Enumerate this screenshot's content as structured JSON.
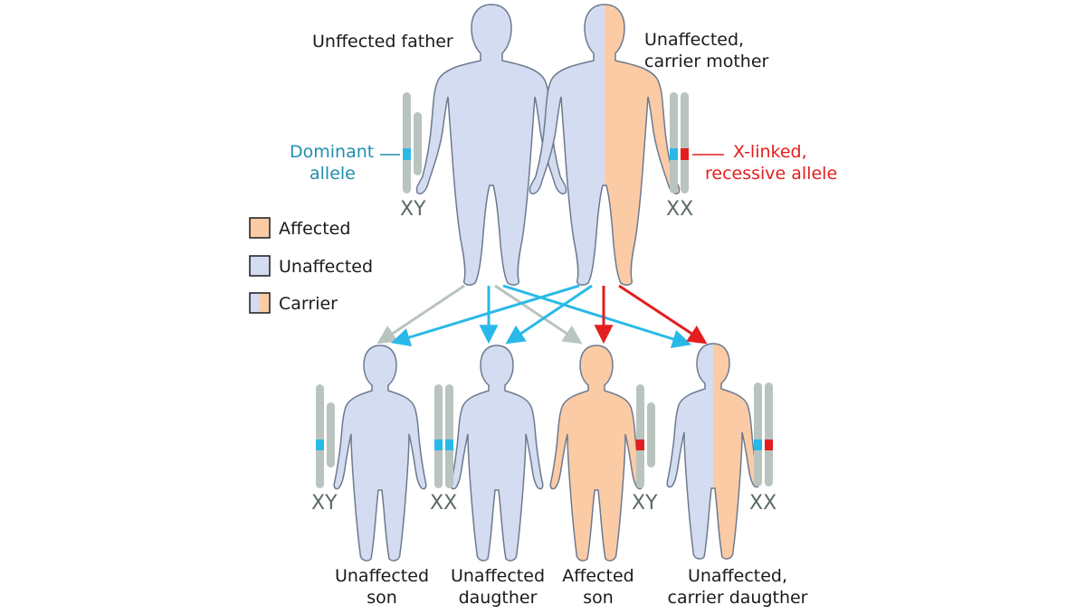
{
  "colors": {
    "unaffected": "#d3dcf0",
    "affected": "#fbcba6",
    "outline": "#6c7a8f",
    "chromosome": "#b9c4bf",
    "dominant": "#29b9e8",
    "recessive": "#e41e1e",
    "arrow_cyan": "#29b9e8",
    "arrow_grey": "#b9c4bf",
    "arrow_red": "#e41e1e"
  },
  "parents": {
    "father_label": "Unffected father",
    "mother_label_line1": "Unaffected,",
    "mother_label_line2": "carrier mother",
    "father_chromosomes": "XY",
    "mother_chromosomes": "XX"
  },
  "alleles": {
    "dominant_line1": "Dominant",
    "dominant_line2": "allele",
    "recessive_line1": "X-linked,",
    "recessive_line2": "recessive allele"
  },
  "legend": {
    "affected": "Affected",
    "unaffected": "Unaffected",
    "carrier": "Carrier"
  },
  "children": [
    {
      "label_line1": "Unaffected",
      "label_line2": "son",
      "chromosomes": "XY"
    },
    {
      "label_line1": "Unaffected",
      "label_line2": "daugther",
      "chromosomes": "XX"
    },
    {
      "label_line1": "Affected",
      "label_line2": "son",
      "chromosomes": "XY"
    },
    {
      "label_line1": "Unaffected,",
      "label_line2": "carrier daugther",
      "chromosomes": "XX"
    }
  ]
}
